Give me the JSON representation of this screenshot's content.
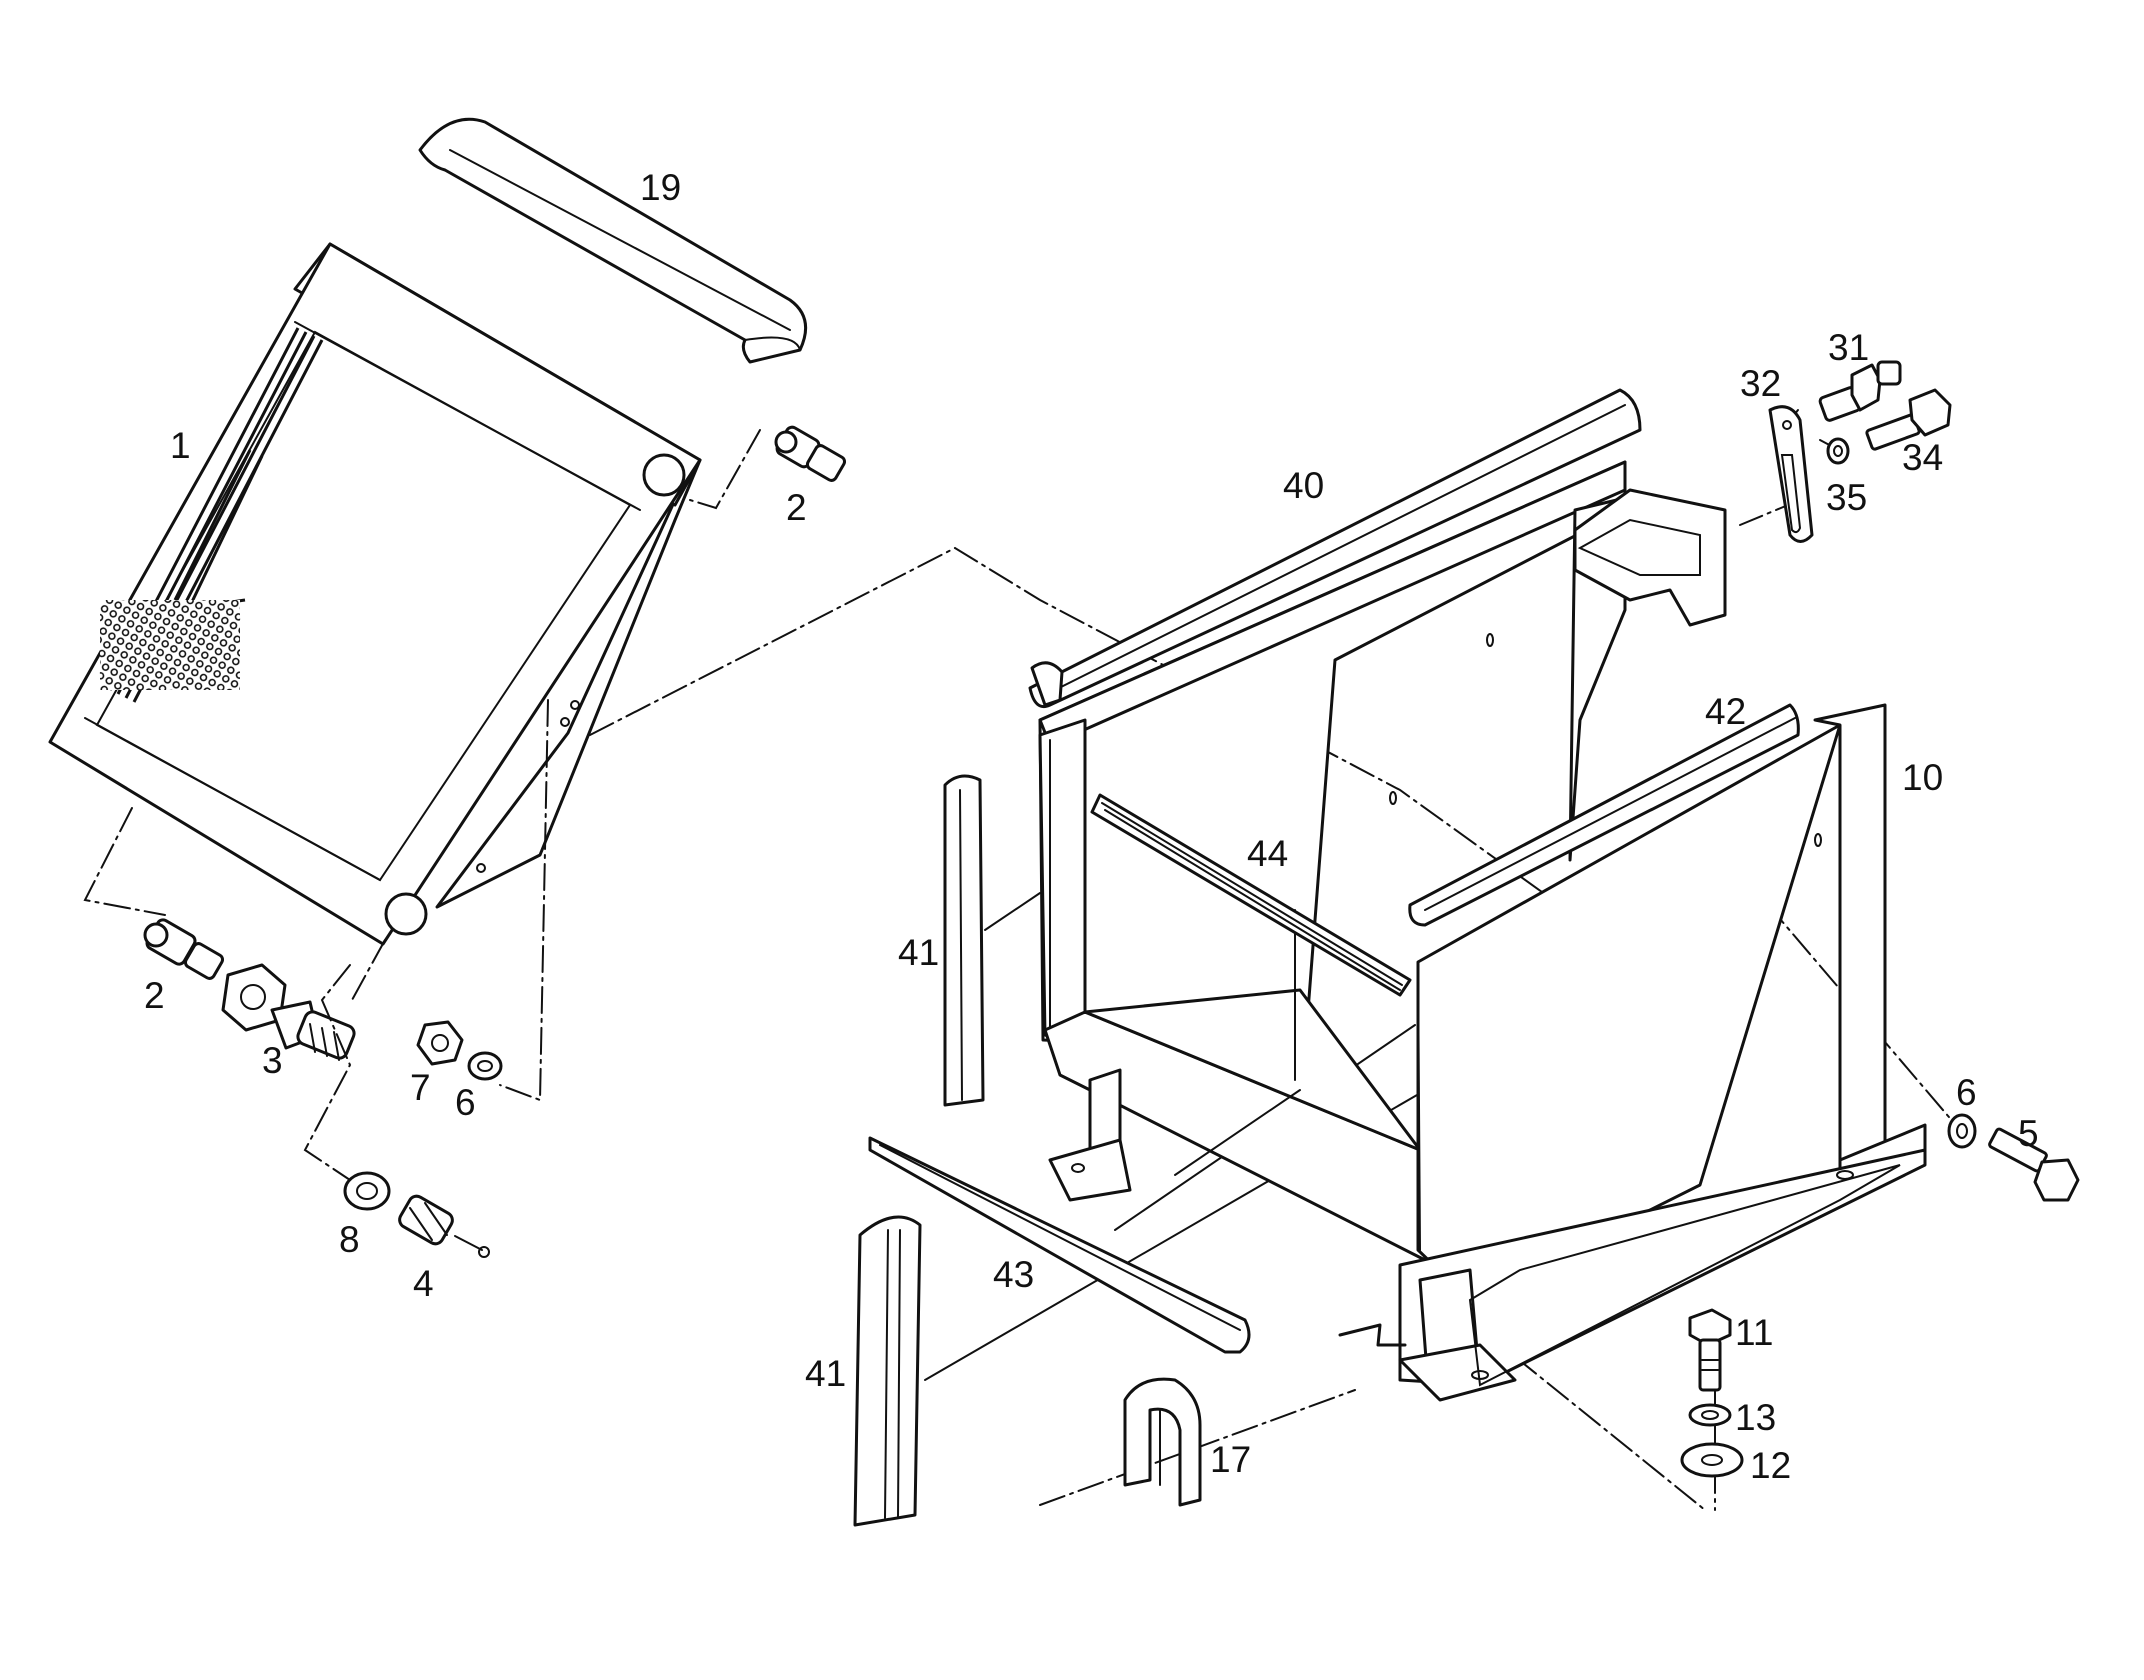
{
  "callouts": [
    {
      "id": "c1",
      "text": "1"
    },
    {
      "id": "c2a",
      "text": "2"
    },
    {
      "id": "c2b",
      "text": "2"
    },
    {
      "id": "c3",
      "text": "3"
    },
    {
      "id": "c4",
      "text": "4"
    },
    {
      "id": "c5",
      "text": "5"
    },
    {
      "id": "c6a",
      "text": "6"
    },
    {
      "id": "c6b",
      "text": "6"
    },
    {
      "id": "c7",
      "text": "7"
    },
    {
      "id": "c8",
      "text": "8"
    },
    {
      "id": "c10",
      "text": "10"
    },
    {
      "id": "c11",
      "text": "11"
    },
    {
      "id": "c12",
      "text": "12"
    },
    {
      "id": "c13",
      "text": "13"
    },
    {
      "id": "c17",
      "text": "17"
    },
    {
      "id": "c19",
      "text": "19"
    },
    {
      "id": "c31",
      "text": "31"
    },
    {
      "id": "c32",
      "text": "32"
    },
    {
      "id": "c34",
      "text": "34"
    },
    {
      "id": "c35",
      "text": "35"
    },
    {
      "id": "c40",
      "text": "40"
    },
    {
      "id": "c41a",
      "text": "41"
    },
    {
      "id": "c41b",
      "text": "41"
    },
    {
      "id": "c42",
      "text": "42"
    },
    {
      "id": "c43",
      "text": "43"
    },
    {
      "id": "c44",
      "text": "44"
    }
  ]
}
